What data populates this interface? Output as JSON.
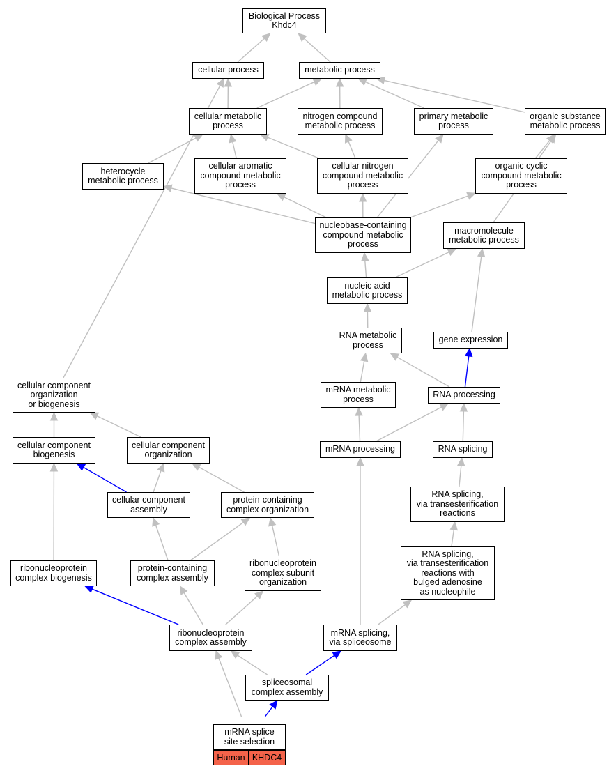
{
  "colors": {
    "edge_default": "#c0c0c0",
    "edge_highlight": "#0000ff",
    "annotation_fill": "#f4634a",
    "node_border": "#000000"
  },
  "nodes": {
    "biological_process": "Biological Process\nKhdc4",
    "cellular_process": "cellular process",
    "metabolic_process": "metabolic process",
    "cellular_metabolic_process": "cellular metabolic\nprocess",
    "nitrogen_compound_metabolic_process": "nitrogen compound\nmetabolic process",
    "primary_metabolic_process": "primary metabolic\nprocess",
    "organic_substance_metabolic_process": "organic substance\nmetabolic process",
    "heterocycle_metabolic_process": "heterocycle\nmetabolic process",
    "cellular_aromatic_compound_metabolic_process": "cellular aromatic\ncompound metabolic\nprocess",
    "cellular_nitrogen_compound_metabolic_process": "cellular nitrogen\ncompound metabolic\nprocess",
    "organic_cyclic_compound_metabolic_process": "organic cyclic\ncompound metabolic\nprocess",
    "nucleobase_containing_compound_metabolic_process": "nucleobase-containing\ncompound metabolic\nprocess",
    "macromolecule_metabolic_process": "macromolecule\nmetabolic process",
    "nucleic_acid_metabolic_process": "nucleic acid\nmetabolic process",
    "rna_metabolic_process": "RNA metabolic\nprocess",
    "gene_expression": "gene expression",
    "cellular_component_organization_or_biogenesis": "cellular component\norganization\nor biogenesis",
    "mrna_metabolic_process": "mRNA metabolic\nprocess",
    "rna_processing": "RNA processing",
    "cellular_component_biogenesis": "cellular component\nbiogenesis",
    "cellular_component_organization": "cellular component\norganization",
    "mrna_processing": "mRNA processing",
    "rna_splicing": "RNA splicing",
    "cellular_component_assembly": "cellular component\nassembly",
    "protein_containing_complex_organization": "protein-containing\ncomplex organization",
    "rna_splicing_transesterification": "RNA splicing,\nvia transesterification\nreactions",
    "rna_splicing_bulged_adenosine": "RNA splicing,\nvia transesterification\nreactions with\nbulged adenosine\nas nucleophile",
    "ribonucleoprotein_complex_biogenesis": "ribonucleoprotein\ncomplex biogenesis",
    "protein_containing_complex_assembly": "protein-containing\ncomplex assembly",
    "ribonucleoprotein_complex_subunit_organization": "ribonucleoprotein\ncomplex subunit\norganization",
    "ribonucleoprotein_complex_assembly": "ribonucleoprotein\ncomplex assembly",
    "mrna_splicing_via_spliceosome": "mRNA splicing,\nvia spliceosome",
    "spliceosomal_complex_assembly": "spliceosomal\ncomplex assembly",
    "mrna_splice_site_selection": "mRNA splice\nsite selection"
  },
  "annotation": {
    "species": "Human",
    "gene": "KHDC4"
  },
  "edges": [
    {
      "from": "cellular_process",
      "to": "biological_process",
      "highlight": false
    },
    {
      "from": "metabolic_process",
      "to": "biological_process",
      "highlight": false
    },
    {
      "from": "cellular_metabolic_process",
      "to": "cellular_process",
      "highlight": false
    },
    {
      "from": "cellular_metabolic_process",
      "to": "metabolic_process",
      "highlight": false
    },
    {
      "from": "nitrogen_compound_metabolic_process",
      "to": "metabolic_process",
      "highlight": false
    },
    {
      "from": "primary_metabolic_process",
      "to": "metabolic_process",
      "highlight": false
    },
    {
      "from": "organic_substance_metabolic_process",
      "to": "metabolic_process",
      "highlight": false
    },
    {
      "from": "heterocycle_metabolic_process",
      "to": "cellular_metabolic_process",
      "highlight": false
    },
    {
      "from": "cellular_aromatic_compound_metabolic_process",
      "to": "cellular_metabolic_process",
      "highlight": false
    },
    {
      "from": "cellular_nitrogen_compound_metabolic_process",
      "to": "cellular_metabolic_process",
      "highlight": false
    },
    {
      "from": "cellular_nitrogen_compound_metabolic_process",
      "to": "nitrogen_compound_metabolic_process",
      "highlight": false
    },
    {
      "from": "organic_cyclic_compound_metabolic_process",
      "to": "organic_substance_metabolic_process",
      "highlight": false
    },
    {
      "from": "nucleobase_containing_compound_metabolic_process",
      "to": "heterocycle_metabolic_process",
      "highlight": false
    },
    {
      "from": "nucleobase_containing_compound_metabolic_process",
      "to": "cellular_aromatic_compound_metabolic_process",
      "highlight": false
    },
    {
      "from": "nucleobase_containing_compound_metabolic_process",
      "to": "cellular_nitrogen_compound_metabolic_process",
      "highlight": false
    },
    {
      "from": "nucleobase_containing_compound_metabolic_process",
      "to": "organic_cyclic_compound_metabolic_process",
      "highlight": false
    },
    {
      "from": "nucleobase_containing_compound_metabolic_process",
      "to": "primary_metabolic_process",
      "highlight": false
    },
    {
      "from": "macromolecule_metabolic_process",
      "to": "organic_substance_metabolic_process",
      "highlight": false
    },
    {
      "from": "nucleic_acid_metabolic_process",
      "to": "nucleobase_containing_compound_metabolic_process",
      "highlight": false
    },
    {
      "from": "nucleic_acid_metabolic_process",
      "to": "macromolecule_metabolic_process",
      "highlight": false
    },
    {
      "from": "rna_metabolic_process",
      "to": "nucleic_acid_metabolic_process",
      "highlight": false
    },
    {
      "from": "gene_expression",
      "to": "macromolecule_metabolic_process",
      "highlight": false
    },
    {
      "from": "cellular_component_organization_or_biogenesis",
      "to": "cellular_process",
      "highlight": false
    },
    {
      "from": "mrna_metabolic_process",
      "to": "rna_metabolic_process",
      "highlight": false
    },
    {
      "from": "rna_processing",
      "to": "rna_metabolic_process",
      "highlight": false
    },
    {
      "from": "rna_processing",
      "to": "gene_expression",
      "highlight": true
    },
    {
      "from": "cellular_component_biogenesis",
      "to": "cellular_component_organization_or_biogenesis",
      "highlight": false
    },
    {
      "from": "cellular_component_organization",
      "to": "cellular_component_organization_or_biogenesis",
      "highlight": false
    },
    {
      "from": "mrna_processing",
      "to": "mrna_metabolic_process",
      "highlight": false
    },
    {
      "from": "mrna_processing",
      "to": "rna_processing",
      "highlight": false
    },
    {
      "from": "rna_splicing",
      "to": "rna_processing",
      "highlight": false
    },
    {
      "from": "cellular_component_assembly",
      "to": "cellular_component_biogenesis",
      "highlight": true
    },
    {
      "from": "cellular_component_assembly",
      "to": "cellular_component_organization",
      "highlight": false
    },
    {
      "from": "protein_containing_complex_organization",
      "to": "cellular_component_organization",
      "highlight": false
    },
    {
      "from": "rna_splicing_transesterification",
      "to": "rna_splicing",
      "highlight": false
    },
    {
      "from": "rna_splicing_bulged_adenosine",
      "to": "rna_splicing_transesterification",
      "highlight": false
    },
    {
      "from": "ribonucleoprotein_complex_biogenesis",
      "to": "cellular_component_biogenesis",
      "highlight": false
    },
    {
      "from": "protein_containing_complex_assembly",
      "to": "cellular_component_assembly",
      "highlight": false
    },
    {
      "from": "protein_containing_complex_assembly",
      "to": "protein_containing_complex_organization",
      "highlight": false
    },
    {
      "from": "ribonucleoprotein_complex_subunit_organization",
      "to": "protein_containing_complex_organization",
      "highlight": false
    },
    {
      "from": "ribonucleoprotein_complex_assembly",
      "to": "ribonucleoprotein_complex_biogenesis",
      "highlight": true
    },
    {
      "from": "ribonucleoprotein_complex_assembly",
      "to": "protein_containing_complex_assembly",
      "highlight": false
    },
    {
      "from": "ribonucleoprotein_complex_assembly",
      "to": "ribonucleoprotein_complex_subunit_organization",
      "highlight": false
    },
    {
      "from": "mrna_splicing_via_spliceosome",
      "to": "mrna_processing",
      "highlight": false
    },
    {
      "from": "mrna_splicing_via_spliceosome",
      "to": "rna_splicing_bulged_adenosine",
      "highlight": false
    },
    {
      "from": "spliceosomal_complex_assembly",
      "to": "ribonucleoprotein_complex_assembly",
      "highlight": false
    },
    {
      "from": "spliceosomal_complex_assembly",
      "to": "mrna_splicing_via_spliceosome",
      "highlight": true
    },
    {
      "from": "mrna_splice_site_selection",
      "to": "ribonucleoprotein_complex_assembly",
      "highlight": false
    },
    {
      "from": "mrna_splice_site_selection",
      "to": "spliceosomal_complex_assembly",
      "highlight": true
    }
  ]
}
